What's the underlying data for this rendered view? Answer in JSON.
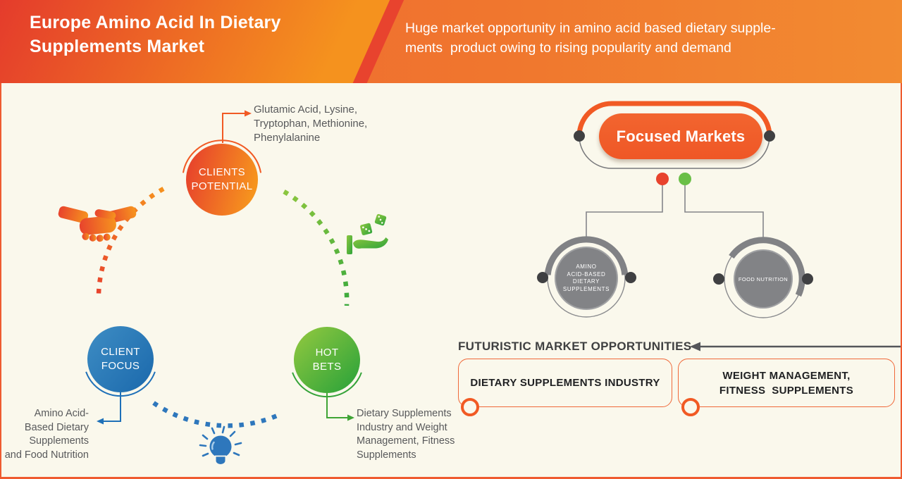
{
  "header": {
    "title": "Europe Amino Acid In Dietary\nSupplements Market",
    "subtitle": "Huge market opportunity in amino acid based dietary supple-\nments  product owing to rising popularity and demand"
  },
  "cycle": {
    "potential": {
      "label": "CLIENTS\nPOTENTIAL",
      "annotation": "Glutamic Acid, Lysine,\nTryptophan, Methionine,\nPhenylalanine"
    },
    "focus": {
      "label": "CLIENT\nFOCUS",
      "annotation": "Amino Acid-\nBased Dietary\nSupplements\nand Food Nutrition"
    },
    "hot_bets": {
      "label": "HOT\nBETS",
      "annotation": "Dietary Supplements\nIndustry and Weight\nManagement, Fitness\nSupplements"
    }
  },
  "focused_markets": {
    "title": "Focused Markets",
    "node_left": "AMINO\nACID-BASED\nDIETARY\nSUPPLEMENTS",
    "node_right": "FOOD NUTRITION"
  },
  "futuristic": {
    "title": "FUTURISTIC MARKET OPPORTUNITIES",
    "box1": "DIETARY SUPPLEMENTS INDUSTRY",
    "box2": "WEIGHT MANAGEMENT,\nFITNESS  SUPPLEMENTS"
  },
  "icons": {
    "handshake": "handshake-icon",
    "dice_hand": "dice-hand-icon",
    "lightbulb": "lightbulb-icon"
  },
  "colors": {
    "accent_orange": "#f15a24",
    "red_orange": "#e8432d",
    "orange": "#f6941e",
    "blue": "#2573b4",
    "green": "#39a935",
    "light_green": "#8cc63f",
    "gray_node": "#828386",
    "dark_dot": "#414042",
    "text_gray": "#58595b",
    "background": "#faf8ec"
  }
}
